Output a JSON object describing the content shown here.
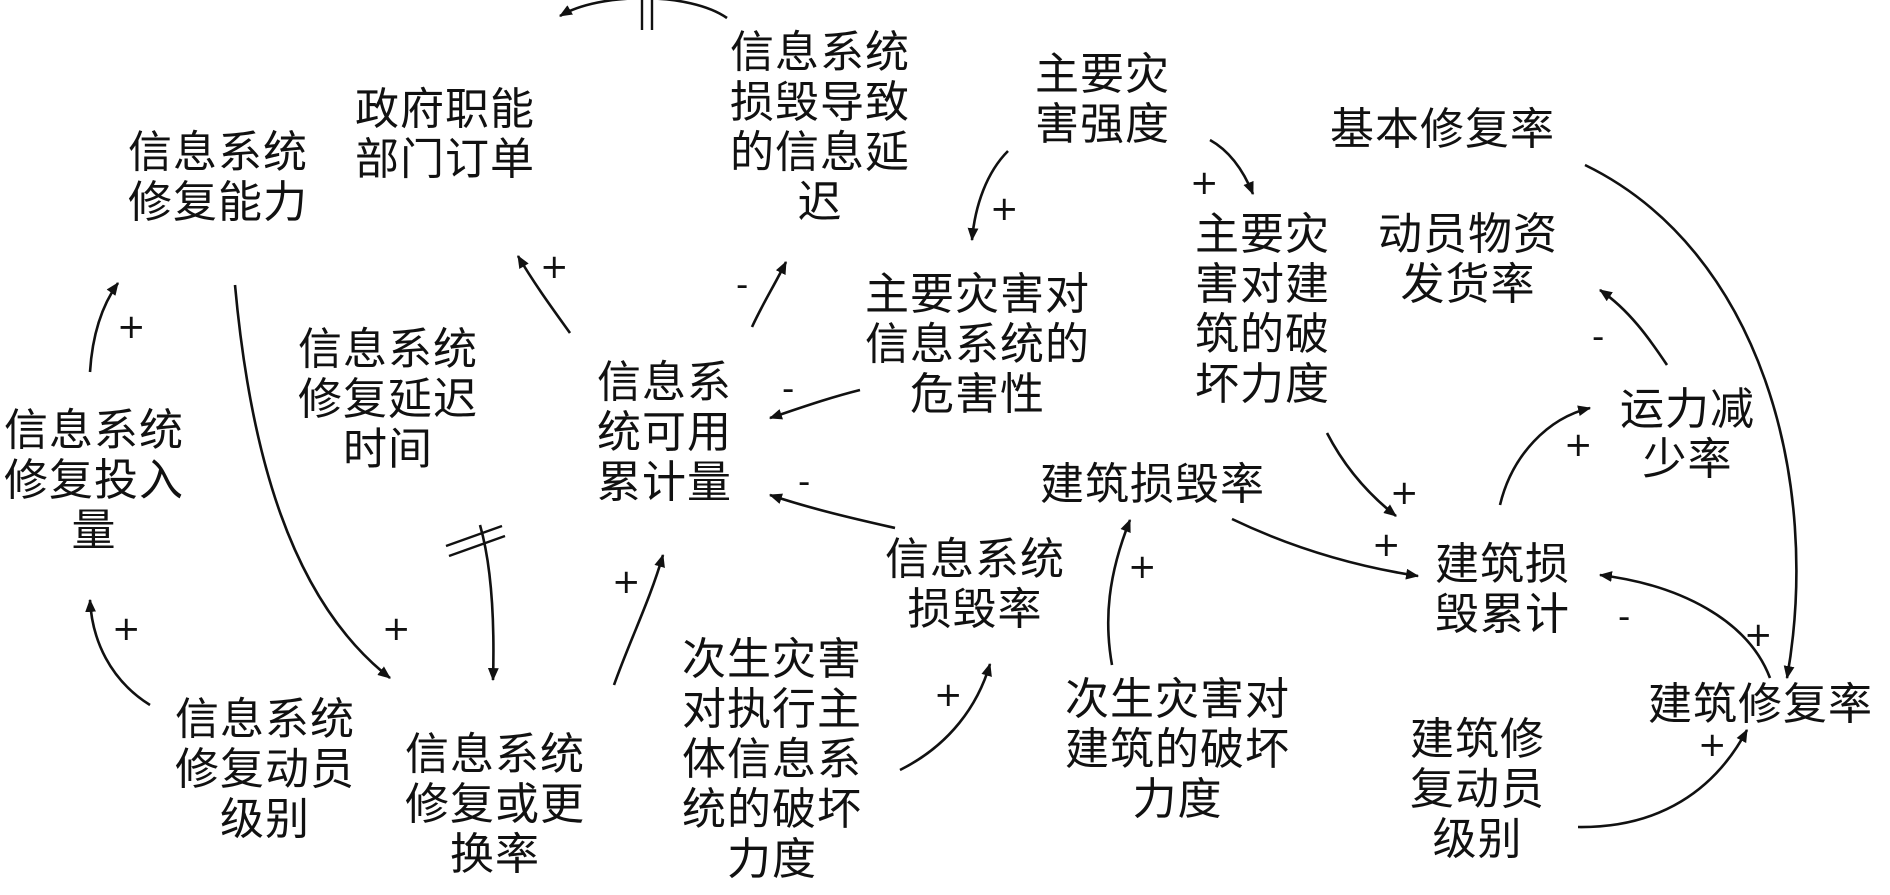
{
  "nodes": {
    "gov_order": "政府职能\n部门订单",
    "info_repair_capacity": "信息系统\n修复能力",
    "info_loss_delay": "信息系统\n损毁导致\n的信息延\n迟",
    "main_disaster_intensity": "主要灾\n害强度",
    "basic_repair_rate": "基本修复率",
    "main_disaster_info_hazard": "主要灾害对\n信息系统的\n危害性",
    "main_disaster_building_damage": "主要灾\n害对建\n筑的破\n坏力度",
    "material_shipping_rate": "动员物资\n发货率",
    "info_repair_delay_time": "信息系统\n修复延迟\n时间",
    "info_available_cumulative": "信息系\n统可用\n累计量",
    "info_repair_input": "信息系统\n修复投入\n量",
    "transport_reduction_rate": "运力减\n少率",
    "building_damage_rate": "建筑损毁率",
    "info_damage_rate": "信息系统\n损毁率",
    "building_damage_cumulative": "建筑损\n毁累计",
    "building_repair_rate": "建筑修复率",
    "info_repair_mobilization_level": "信息系统\n修复动员\n级别",
    "info_repair_replace_rate": "信息系统\n修复或更\n换率",
    "secondary_executor_info_damage": "次生灾害\n对执行主\n体信息系\n统的破坏\n力度",
    "secondary_building_damage": "次生灾害对\n建筑的破坏\n力度",
    "building_repair_mobilization_level": "建筑修\n复动员\n级别"
  },
  "signs": {
    "gov_order_in": "+",
    "info_delay_in": "-",
    "hazard_in": "+",
    "main_building_in": "+",
    "shipping_in": "-",
    "capacity_in": "+",
    "available_hazard_in": "-",
    "transport_in": "+",
    "available_damage_in": "-",
    "cumulative_main_in": "+",
    "cumulative_rate_in": "+",
    "input_in": "+",
    "replace_in": "+",
    "available_replace_in": "+",
    "building_rate_in": "+",
    "cumulative_repair_out": "-",
    "repair_rate_basic_in": "+",
    "info_damage_in": "+",
    "repair_rate_mobil_in": "+"
  }
}
